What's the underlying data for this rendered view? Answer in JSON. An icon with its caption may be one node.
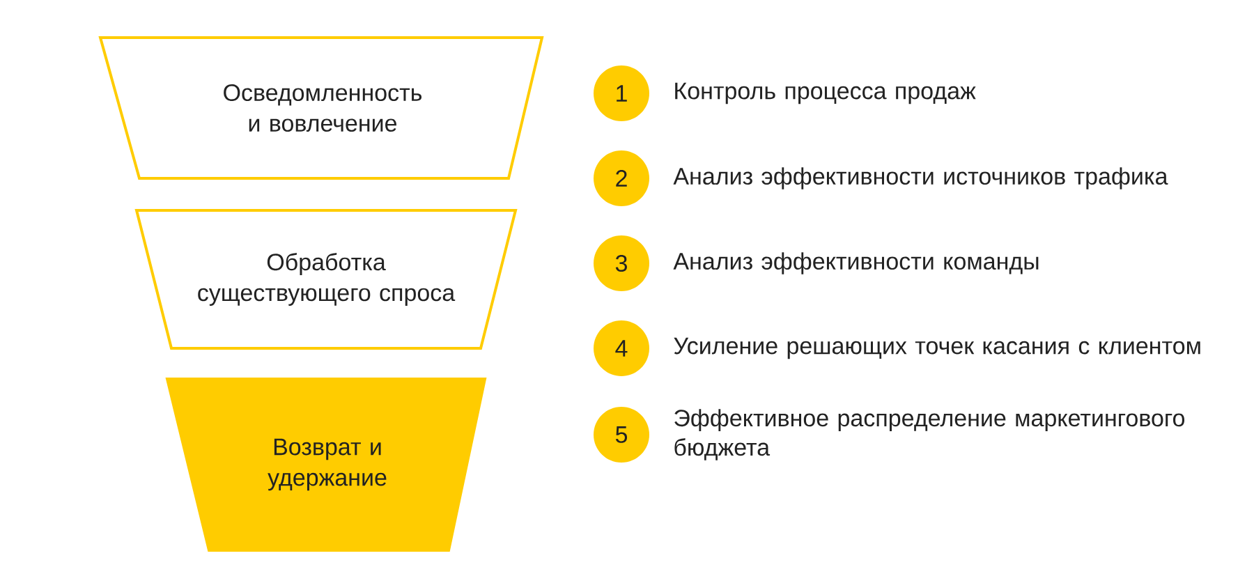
{
  "diagram": {
    "nodes": [
      {
        "text": [
          "Осведомленность и вовлечение"
        ]
      },
      {
        "text": [
          "Обработка существующего спроса"
        ]
      },
      {
        "text": [
          "Возврат и удержание"
        ]
      },
      {
        "text": [
          "1"
        ],
        "beside": [
          "Контроль процесса продаж"
        ]
      },
      {
        "text": [
          "2"
        ],
        "beside": [
          "Анализ эффективности источников трафика"
        ]
      },
      {
        "text": [
          "3"
        ],
        "beside": [
          "Анализ эффективности команды"
        ]
      },
      {
        "text": [
          "4"
        ],
        "beside": [
          "Усиление решающих точек касания с клиентом"
        ]
      },
      {
        "text": [
          "5"
        ],
        "beside": [
          "Эффективное распределение маркетингового бюджета"
        ]
      }
    ]
  }
}
